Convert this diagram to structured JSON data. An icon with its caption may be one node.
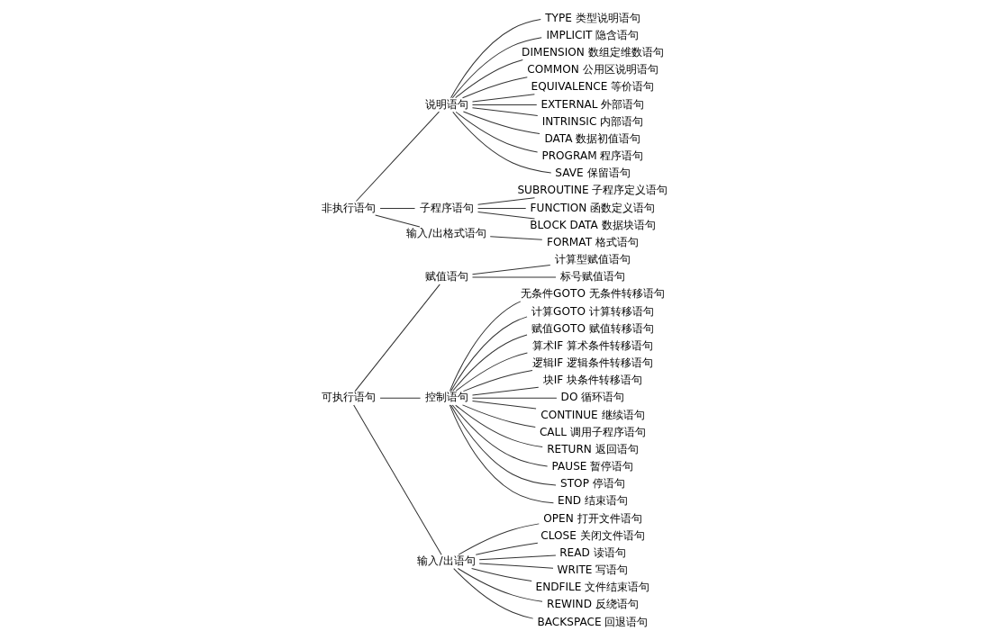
{
  "diagram": {
    "nodes": [
      {
        "text": [
          "可执行语句"
        ]
      },
      {
        "text": [
          "赋值语句"
        ]
      },
      {
        "text": [
          "计算型赋值语句"
        ]
      },
      {
        "text": [
          "标号赋值语句"
        ]
      },
      {
        "text": [
          "控制语句"
        ]
      },
      {
        "text": [
          "无条件GOTO 无条件转移语句"
        ]
      },
      {
        "text": [
          "计算GOTO 计算转移语句"
        ]
      },
      {
        "text": [
          "赋值GOTO 赋值转移语句"
        ]
      },
      {
        "text": [
          "算术IF 算术条件转移语句"
        ]
      },
      {
        "text": [
          "逻辑IF 逻辑条件转移语句"
        ]
      },
      {
        "text": [
          "块IF 块条件转移语句"
        ]
      },
      {
        "text": [
          "DO 循环语句"
        ]
      },
      {
        "text": [
          "CONTINUE 继续语句"
        ]
      },
      {
        "text": [
          "CALL 调用子程序语句"
        ]
      },
      {
        "text": [
          "RETURN 返回语句"
        ]
      },
      {
        "text": [
          "PAUSE 暂停语句"
        ]
      },
      {
        "text": [
          "STOP 停语句"
        ]
      },
      {
        "text": [
          "END 结束语句"
        ]
      },
      {
        "text": [
          "输入/出语句"
        ]
      },
      {
        "text": [
          "OPEN 打开文件语句"
        ]
      },
      {
        "text": [
          "CLOSE 关闭文件语句"
        ]
      },
      {
        "text": [
          "READ 读语句"
        ]
      },
      {
        "text": [
          "WRITE 写语句"
        ]
      },
      {
        "text": [
          "ENDFILE 文件结束语句"
        ]
      },
      {
        "text": [
          "REWIND 反绕语句"
        ]
      },
      {
        "text": [
          "BACKSPACE 回退语句"
        ]
      },
      {
        "text": [
          "非执行语句"
        ]
      },
      {
        "text": [
          "说明语句"
        ]
      },
      {
        "text": [
          "TYPE 类型说明语句"
        ]
      },
      {
        "text": [
          "IMPLICIT 隐含语句"
        ]
      },
      {
        "text": [
          "DIMENSION 数组定维数语句"
        ]
      },
      {
        "text": [
          "COMMON 公用区说明语句"
        ]
      },
      {
        "text": [
          "EQUIVALENCE 等价语句"
        ]
      },
      {
        "text": [
          "EXTERNAL 外部语句"
        ]
      },
      {
        "text": [
          "INTRINSIC 内部语句"
        ]
      },
      {
        "text": [
          "DATA 数据初值语句"
        ]
      },
      {
        "text": [
          "PROGRAM 程序语句"
        ]
      },
      {
        "text": [
          "SAVE 保留语句"
        ]
      },
      {
        "text": [
          "子程序语句"
        ]
      },
      {
        "text": [
          "SUBROUTINE 子程序定义语句"
        ]
      },
      {
        "text": [
          "FUNCTION 函数定义语句"
        ]
      },
      {
        "text": [
          "BLOCK DATA 数据块语句"
        ]
      },
      {
        "text": [
          "输入/出格式语句"
        ]
      },
      {
        "text": [
          "FORMAT 格式语句"
        ]
      }
    ],
    "edges": [
      {
        "from": 0,
        "to": 1,
        "arrow": "none"
      },
      {
        "from": 0,
        "to": 4,
        "arrow": "none"
      },
      {
        "from": 0,
        "to": 18,
        "arrow": "none"
      },
      {
        "from": 1,
        "to": 2,
        "arrow": "none"
      },
      {
        "from": 1,
        "to": 3,
        "arrow": "none"
      },
      {
        "from": 4,
        "to": 5,
        "arrow": "none"
      },
      {
        "from": 4,
        "to": 6,
        "arrow": "none"
      },
      {
        "from": 4,
        "to": 7,
        "arrow": "none"
      },
      {
        "from": 4,
        "to": 8,
        "arrow": "none"
      },
      {
        "from": 4,
        "to": 9,
        "arrow": "none"
      },
      {
        "from": 4,
        "to": 10,
        "arrow": "none"
      },
      {
        "from": 4,
        "to": 11,
        "arrow": "none"
      },
      {
        "from": 4,
        "to": 12,
        "arrow": "none"
      },
      {
        "from": 4,
        "to": 13,
        "arrow": "none"
      },
      {
        "from": 4,
        "to": 14,
        "arrow": "none"
      },
      {
        "from": 4,
        "to": 15,
        "arrow": "none"
      },
      {
        "from": 4,
        "to": 16,
        "arrow": "none"
      },
      {
        "from": 4,
        "to": 17,
        "arrow": "none"
      },
      {
        "from": 18,
        "to": 19,
        "arrow": "none"
      },
      {
        "from": 18,
        "to": 20,
        "arrow": "none"
      },
      {
        "from": 18,
        "to": 21,
        "arrow": "none"
      },
      {
        "from": 18,
        "to": 22,
        "arrow": "none"
      },
      {
        "from": 18,
        "to": 23,
        "arrow": "none"
      },
      {
        "from": 18,
        "to": 24,
        "arrow": "none"
      },
      {
        "from": 18,
        "to": 25,
        "arrow": "none"
      },
      {
        "from": 26,
        "to": 27,
        "arrow": "none"
      },
      {
        "from": 26,
        "to": 38,
        "arrow": "none"
      },
      {
        "from": 26,
        "to": 42,
        "arrow": "none"
      },
      {
        "from": 27,
        "to": 28,
        "arrow": "none"
      },
      {
        "from": 27,
        "to": 29,
        "arrow": "none"
      },
      {
        "from": 27,
        "to": 30,
        "arrow": "none"
      },
      {
        "from": 27,
        "to": 31,
        "arrow": "none"
      },
      {
        "from": 27,
        "to": 32,
        "arrow": "none"
      },
      {
        "from": 27,
        "to": 33,
        "arrow": "none"
      },
      {
        "from": 27,
        "to": 34,
        "arrow": "none"
      },
      {
        "from": 27,
        "to": 35,
        "arrow": "none"
      },
      {
        "from": 27,
        "to": 36,
        "arrow": "none"
      },
      {
        "from": 27,
        "to": 37,
        "arrow": "none"
      },
      {
        "from": 38,
        "to": 39,
        "arrow": "none"
      },
      {
        "from": 38,
        "to": 40,
        "arrow": "none"
      },
      {
        "from": 38,
        "to": 41,
        "arrow": "none"
      },
      {
        "from": 42,
        "to": 43,
        "arrow": "none"
      }
    ]
  }
}
